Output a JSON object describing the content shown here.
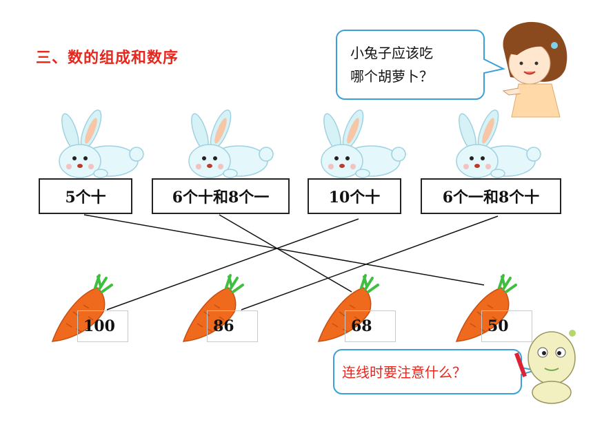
{
  "heading": "三、数的组成和数序",
  "girl_bubble": [
    "小兔子应该吃",
    "哪个胡萝卜？"
  ],
  "dino_bubble": "连线时要注意什么？",
  "labels": [
    "5个十",
    "6个十和8个一",
    "10个十",
    "6个一和8个十"
  ],
  "numbers": [
    "100",
    "86",
    "68",
    "50"
  ],
  "colors": {
    "heading": "#e8261c",
    "bubble_border": "#3aa0d8",
    "carrot": "#f06a1e",
    "leaf": "#3fbf3f",
    "rabbit": "#d6f2f7"
  }
}
